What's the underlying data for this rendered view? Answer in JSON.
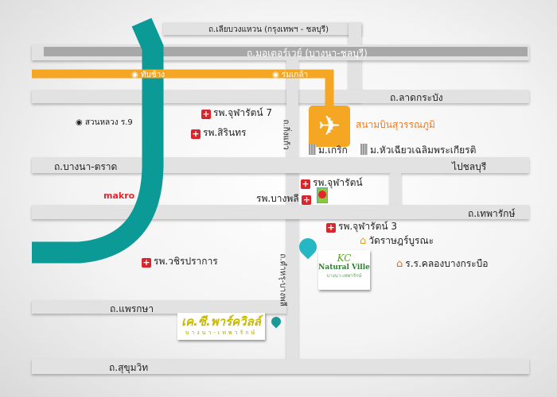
{
  "roads": {
    "outer_ring": "ถ.เลียบวงแหวน (กรุงเทพฯ - ชลบุรี)",
    "motorway": "ถ.มอเตอร์เวย์ (บางนา-ชลบุรี)",
    "lat_krabang": "ถ.ลาดกระบัง",
    "king_kaew": "ถ.กิ่งแก้ว",
    "bangna_trat": "ถ.บางนา-ตราด",
    "to_chonburi": "ไปชลบุรี",
    "theparak": "ถ.เทพารักษ์",
    "phraeksa": "ถ.แพรกษา",
    "sukhumvit": "ถ.สุขุมวิท",
    "tamru_bangphli": "ถ.ตำหรุ-บางพลี"
  },
  "stations": {
    "thap_chang": "ทับช้าง",
    "rom_klao": "ร่มเกล้า"
  },
  "places": {
    "airport": "สนามบินสุวรรณภูมิ",
    "suan_luang": "สวนหลวง ร.9",
    "chularat7": "รพ.จุฬารัตน์ 7",
    "sirindhorn": "รพ.สิรินทร",
    "krirk": "ม.เกริก",
    "hcu": "ม.หัวเฉียวเฉลิมพระเกียรติ",
    "chularat": "รพ.จุฬารัตน์",
    "bangphli": "รพ.บางพลี",
    "makro": "makro",
    "chularat3": "รพ.จุฬารัตน์ 3",
    "wat": "วัดราษฎร์บูรณะ",
    "school": "ร.ร.คลองบางกระบือ",
    "wachira": "รพ.วชิรปราการ"
  },
  "projects": {
    "natural_ville_kc": "KC",
    "natural_ville_name": "Natural Ville",
    "natural_ville_sub": "บางนา-เทพารักษ์",
    "kc_park_name": "เค.ซี.พาร์ควิลล์",
    "kc_park_sub": "บางนา-เทพารักษ์"
  },
  "colors": {
    "river": "#0b9a96",
    "bts": "#f5a623",
    "road": "#e2e2e2",
    "motorway": "#a8a8a8"
  }
}
